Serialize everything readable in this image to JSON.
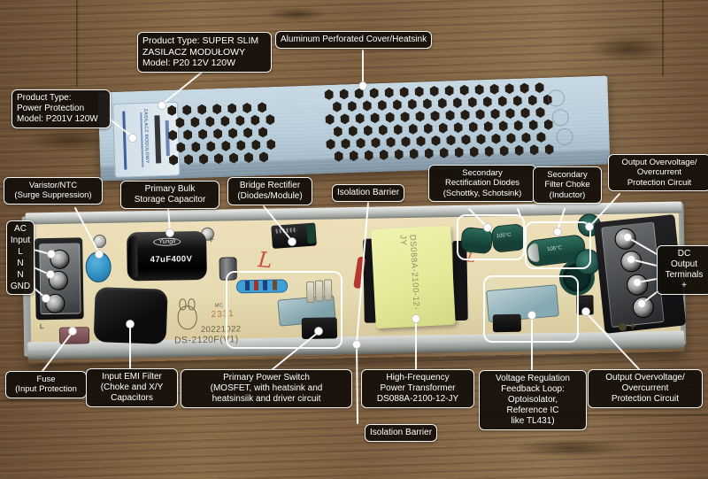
{
  "annotations": {
    "product_type_top": {
      "lines": [
        "Product Type: SUPER SLIM",
        "ZASILACZ MODUŁOWY",
        "Model: P20 12V 120W"
      ]
    },
    "aluminum_cover": {
      "lines": [
        "Aluminum Perforated Cover/Heatsink"
      ]
    },
    "product_type_left": {
      "lines": [
        "Product Type:",
        "Power Protection",
        "Model: P201V 120W"
      ]
    },
    "varistor_ntc": {
      "lines": [
        "Varistor/NTC",
        "(Surge Suppression)"
      ]
    },
    "ac_input": {
      "lines": [
        "AC",
        "Input",
        "L",
        "N",
        "N",
        "GND"
      ]
    },
    "primary_bulk": {
      "lines": [
        "Primary Bulk",
        "Storage Capacitor"
      ]
    },
    "bridge_rectifier": {
      "lines": [
        "Bridge Rectifier",
        "(Diodes/Module)"
      ]
    },
    "isolation_barrier_top": {
      "lines": [
        "Isolation Barrier"
      ]
    },
    "secondary_rectification": {
      "lines": [
        "Secondary",
        "Rectification Diodes",
        "(Schottky, Schotsink)"
      ]
    },
    "secondary_filter_choke": {
      "lines": [
        "Secondary",
        "Filter Choke",
        "(Inductor)"
      ]
    },
    "output_ovp_top": {
      "lines": [
        "Output Overvoltage/",
        "Overcurrent",
        "Protection Circuit"
      ]
    },
    "dc_output": {
      "lines": [
        "DC",
        "Output",
        "Terminals",
        "+"
      ]
    },
    "fuse": {
      "lines": [
        "Fuse",
        "(Input Protection"
      ]
    },
    "input_emi_filter": {
      "lines": [
        "Input EMI Filter",
        "(Choke and X/Y",
        "Capacitors"
      ]
    },
    "primary_power_switch": {
      "lines": [
        "Primary Power Switch",
        "(MOSFET, with heatsink and",
        "heatsinsiik and driver circuit"
      ]
    },
    "hf_transformer": {
      "lines": [
        "High-Frequency",
        "Power Transformer",
        "DS088A-2100-12-JY"
      ]
    },
    "isolation_barrier_bottom": {
      "lines": [
        "Isolation Barrier"
      ]
    },
    "voltage_regulation": {
      "lines": [
        "Voltage Regulation",
        "Feedback Loop:",
        "Optoisolator,",
        "Reference IC",
        "like TL431)"
      ]
    },
    "output_ovp_bottom": {
      "lines": [
        "Output Overvoltage/",
        "Overcurrent",
        "Protection Circuit"
      ]
    }
  },
  "pcb": {
    "silkscreen_date": "20221022",
    "silkscreen_model": "DS-2120F(V1)",
    "silkscreen_mc": "MC",
    "silkscreen_code": "2331",
    "silkscreen_l_primary": "L",
    "silkscreen_l_secondary": "L",
    "silkscreen_plus_cap": "+",
    "silkscreen_plus_output": "+",
    "fuse_position_mark": "L"
  },
  "components": {
    "bulk_cap_brand": "Yungli",
    "bulk_cap_value": "47uF400V",
    "transformer_label": "DS088A-2100-12-JY",
    "green_cap_temp_1": "105°C",
    "green_cap_temp_2": "105°C",
    "cover_sticker_text": "ZASILACZ MODUŁOWY"
  },
  "colors": {
    "label_bg": "#120e09",
    "label_border": "#f4f4f2",
    "annotation_line": "#ffffff",
    "cover_blue": "#b7ccd9",
    "pcb_cream": "#e6dbb2",
    "chassis_silver": "#c3c7c4",
    "varistor_blue": "#2f8fc4",
    "transformer_yellow": "#e9eda0",
    "cap_green": "#1d5044",
    "wood_brown": "#7b5f41"
  }
}
